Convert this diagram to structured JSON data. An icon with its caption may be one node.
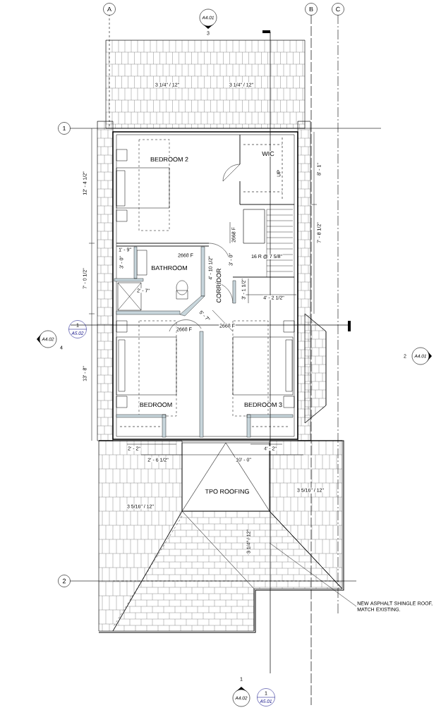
{
  "diagram": {
    "nodes": [
      {
        "text": [
          "NEW ASPHALT SHINGLE ROOF, MATCH EXISTING."
        ]
      },
      {
        "text": [],
        "shape": "picture"
      }
    ],
    "edges": [
      {
        "from": 0,
        "to": 1,
        "arrow": "none"
      }
    ],
    "labels": [
      "A",
      "B",
      "C",
      "A4.01",
      "3",
      "3 1/4\" / 12\"",
      "3 1/4\" / 12\"",
      "1",
      "BEDROOM 2",
      "WIC",
      "UP",
      "8' - 1\"",
      "12' - 4 1/2\"",
      "2668 F",
      "1' - 9\"",
      "2668 F",
      "16 R @ 7 5/8\"",
      "7' - 8 1/2\"",
      "3' - 0\"",
      "BATHROOM",
      "4' - 10 1/2\"",
      "CORRIDOR",
      "3' - 0\"",
      "7' - 0 1/2\"",
      "2' - 7\"",
      "4' - 2 1/2\"",
      "3' - 1 1/2\"",
      "5' - 7\"",
      "2668 F",
      "2668 F",
      "A4.02",
      "4",
      "1",
      "A5.02",
      "13' - 8\"",
      "2",
      "A4.01",
      "BEDROOM",
      "BEDROOM 3",
      "2' - 2\"",
      "4' - 2\"",
      "2' - 6 1/2\"",
      "10' - 0\"",
      "TPO ROOFING",
      "3 5/16\" / 12\"",
      "3 5/16\" / 12\"",
      "3 1/4\" / 12\"",
      "2",
      "1",
      "A4.02",
      "1",
      "A5.01"
    ]
  }
}
